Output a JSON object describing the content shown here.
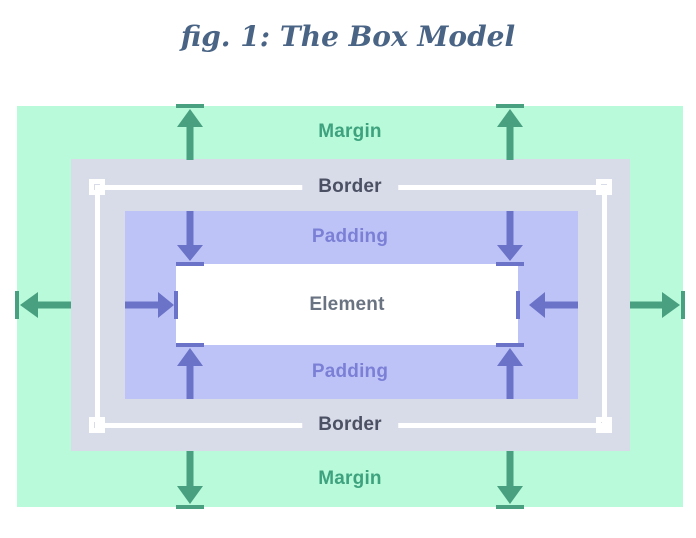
{
  "figure": {
    "caption": "fig. 1: The Box Model"
  },
  "box_model": {
    "margin_label": "Margin",
    "border_label": "Border",
    "padding_label": "Padding",
    "element_label": "Element"
  },
  "colors": {
    "title": "#4a6485",
    "margin_fill": "#b8fad9",
    "margin_arrow": "#48a081",
    "margin_label": "#3ea27f",
    "border_fill": "#d8dbe8",
    "border_label": "#4b5063",
    "selection_outline": "#ffffff",
    "padding_fill": "#bec3f7",
    "padding_arrow": "#6b73c9",
    "padding_label": "#7b80d6",
    "element_fill": "#ffffff",
    "element_label": "#6a7382"
  }
}
